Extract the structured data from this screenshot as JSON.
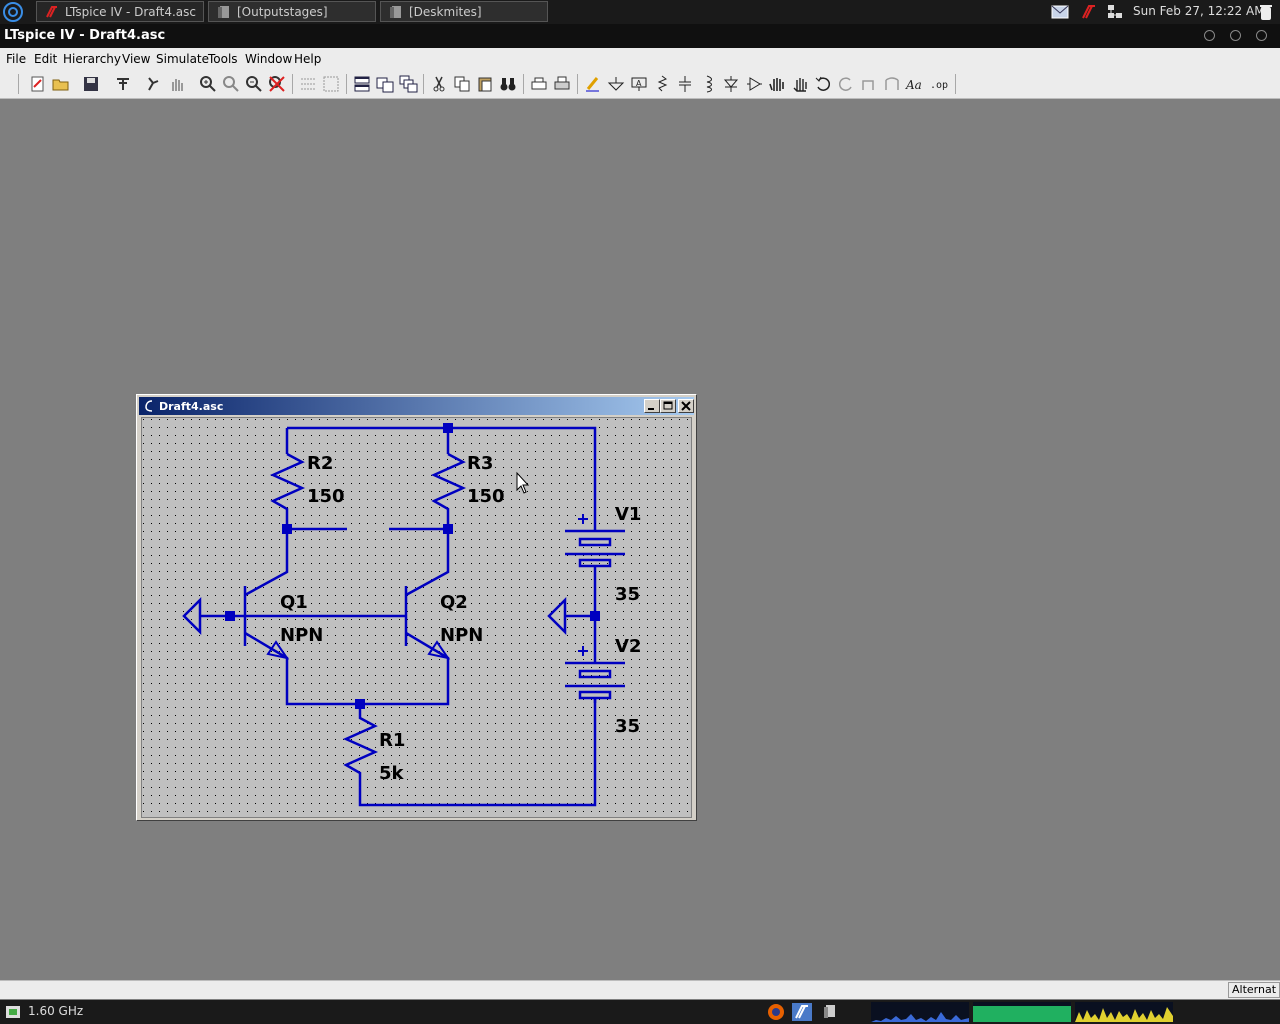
{
  "top_panel": {
    "tasks": [
      {
        "label": "LTspice IV - Draft4.asc"
      },
      {
        "label": "[Outputstages]"
      },
      {
        "label": "[Deskmites]"
      }
    ],
    "clock": "Sun Feb 27, 12:22 AM"
  },
  "window": {
    "title": "LTspice IV - Draft4.asc"
  },
  "menubar": {
    "items": [
      {
        "label": "File"
      },
      {
        "label": "Edit"
      },
      {
        "label": "Hierarchy"
      },
      {
        "label": "View"
      },
      {
        "label": "Simulate"
      },
      {
        "label": "Tools"
      },
      {
        "label": "Window"
      },
      {
        "label": "Help"
      }
    ]
  },
  "toolbar": {
    "icons": [
      "new-schematic",
      "open",
      "save",
      "control-panel",
      "run",
      "pan",
      "zoom-in",
      "zoom-area",
      "zoom-out",
      "zoom-fit",
      "autorange",
      "tile-horiz",
      "tile-vert",
      "cascade",
      "cut",
      "copy",
      "paste",
      "find",
      "print-setup",
      "print",
      "draw-wire",
      "ground",
      "label-net",
      "resistor",
      "capacitor",
      "inductor",
      "diode",
      "component",
      "move",
      "drag",
      "undo",
      "redo",
      "rotate",
      "mirror",
      "text",
      "spice-directive"
    ]
  },
  "schematic_window": {
    "title": "Draft4.asc",
    "components": {
      "r2_name": "R2",
      "r2_value": "150",
      "r3_name": "R3",
      "r3_value": "150",
      "r1_name": "R1",
      "r1_value": "5k",
      "q1_name": "Q1",
      "q1_model": "NPN",
      "q2_name": "Q2",
      "q2_model": "NPN",
      "v1_name": "V1",
      "v1_value": "35",
      "v2_name": "V2",
      "v2_value": "35"
    },
    "colors": {
      "wire": "#0000c0",
      "background": "#c0c0c0"
    }
  },
  "status_bar": {
    "right_text": "Alternat"
  },
  "bottom_panel": {
    "cpu_freq": "1.60 GHz"
  }
}
